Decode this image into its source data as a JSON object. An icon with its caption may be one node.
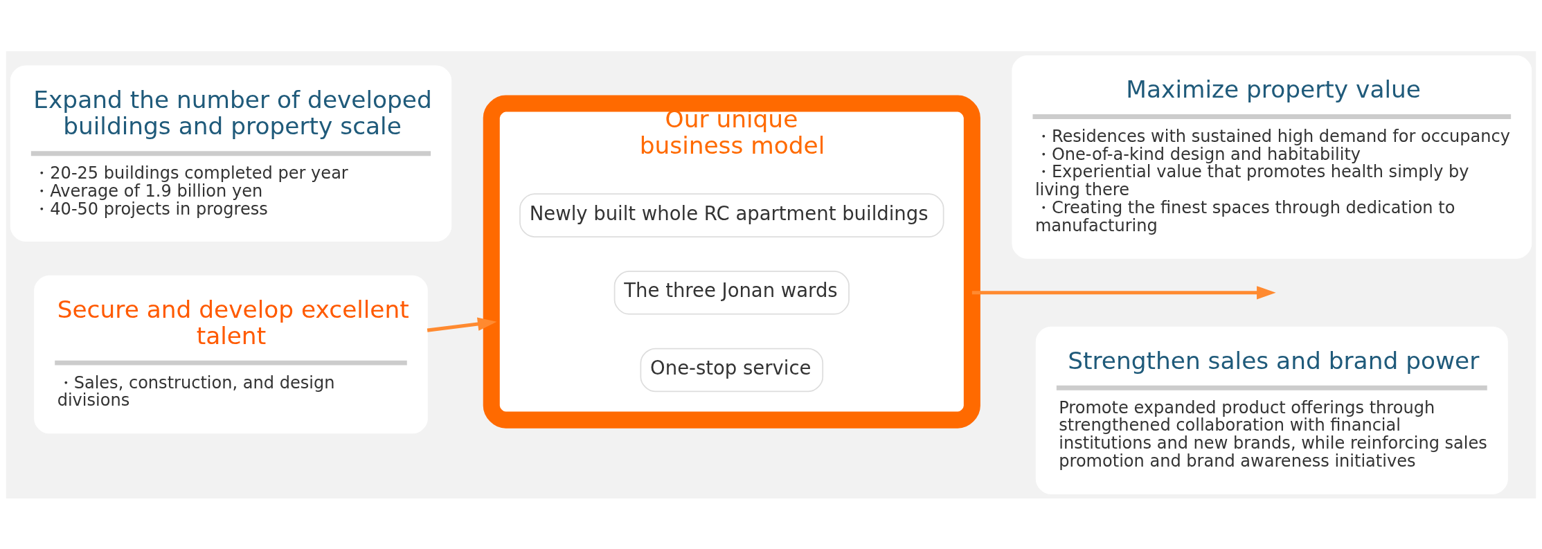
{
  "diagram": {
    "nodes": [
      {
        "text": [
          "Expand the number of developed buildings and property scale",
          "・20-25 buildings completed per year",
          "・Average of 1.9 billion yen",
          "・40-50 projects in progress"
        ]
      },
      {
        "text": [
          "Maximize property value",
          "・Residences with sustained high demand for occupancy",
          "・One-of-a-kind design and habitability",
          "・Experiential value that promotes health simply by living there",
          "・Creating the finest spaces through dedication to manufacturing"
        ]
      },
      {
        "text": [
          "Strengthen sales and brand power",
          "Promote expanded product offerings through strengthened collaboration with financial institutions and new brands, while reinforcing sales promotion and brand awareness initiatives"
        ]
      },
      {
        "text": [
          "Secure and develop excellent talent",
          "・Sales, construction, and design divisions"
        ]
      },
      {
        "text": [
          "Our unique business model"
        ]
      },
      {
        "text": [
          "Newly built whole RC apartment buildings"
        ],
        "in": 4
      },
      {
        "text": [
          "The three Jonan wards"
        ],
        "in": 4
      },
      {
        "text": [
          "One-stop service"
        ],
        "in": 4
      }
    ],
    "edges": [
      {
        "from": 3,
        "to": 4,
        "arrow": "to"
      },
      {
        "from": 4,
        "to": null,
        "arrow": "to"
      }
    ]
  }
}
